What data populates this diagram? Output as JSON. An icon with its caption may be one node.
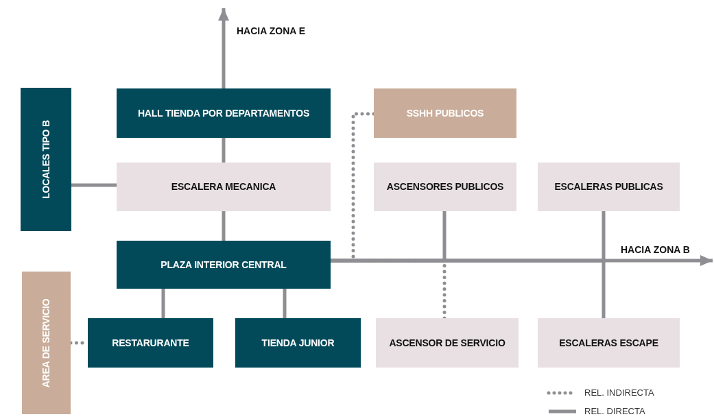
{
  "diagram": {
    "nodes": [
      {
        "text": [
          "LOCALES TIPO B"
        ]
      },
      {
        "text": [
          "HALL TIENDA POR DEPARTAMENTOS"
        ]
      },
      {
        "text": [
          "SSHH PUBLICOS"
        ]
      },
      {
        "text": [
          "ESCALERA MECANICA"
        ]
      },
      {
        "text": [
          "ASCENSORES PUBLICOS"
        ]
      },
      {
        "text": [
          "ESCALERAS PUBLICAS"
        ]
      },
      {
        "text": [
          "PLAZA INTERIOR CENTRAL"
        ]
      },
      {
        "text": [
          "AREA DE SERVICIO"
        ]
      },
      {
        "text": [
          "RESTARURANTE"
        ]
      },
      {
        "text": [
          "TIENDA JUNIOR"
        ]
      },
      {
        "text": [
          "ASCENSOR DE SERVICIO"
        ]
      },
      {
        "text": [
          "ESCALERAS ESCAPE"
        ]
      }
    ],
    "edges": [
      {
        "from": 1,
        "to": null,
        "arrow": "to",
        "label": "HACIA ZONA E"
      },
      {
        "from": 1,
        "to": 3,
        "arrow": "none"
      },
      {
        "from": 0,
        "to": 3,
        "arrow": "none"
      },
      {
        "from": 3,
        "to": 6,
        "arrow": "none"
      },
      {
        "from": 6,
        "to": null,
        "arrow": "to",
        "label": "HACIA ZONA B"
      },
      {
        "from": 2,
        "to": 6,
        "arrow": "none",
        "style": "dashed"
      },
      {
        "from": 4,
        "to": 6,
        "arrow": "none"
      },
      {
        "from": 10,
        "to": 6,
        "arrow": "none",
        "style": "dashed"
      },
      {
        "from": 5,
        "to": 6,
        "arrow": "none"
      },
      {
        "from": 11,
        "to": 6,
        "arrow": "none"
      },
      {
        "from": 6,
        "to": 8,
        "arrow": "none"
      },
      {
        "from": 6,
        "to": 9,
        "arrow": "none"
      },
      {
        "from": 7,
        "to": 8,
        "arrow": "none",
        "style": "dashed"
      }
    ],
    "legend": [
      {
        "text": "REL. INDIRECTA"
      },
      {
        "text": "REL. DIRECTA"
      }
    ]
  }
}
